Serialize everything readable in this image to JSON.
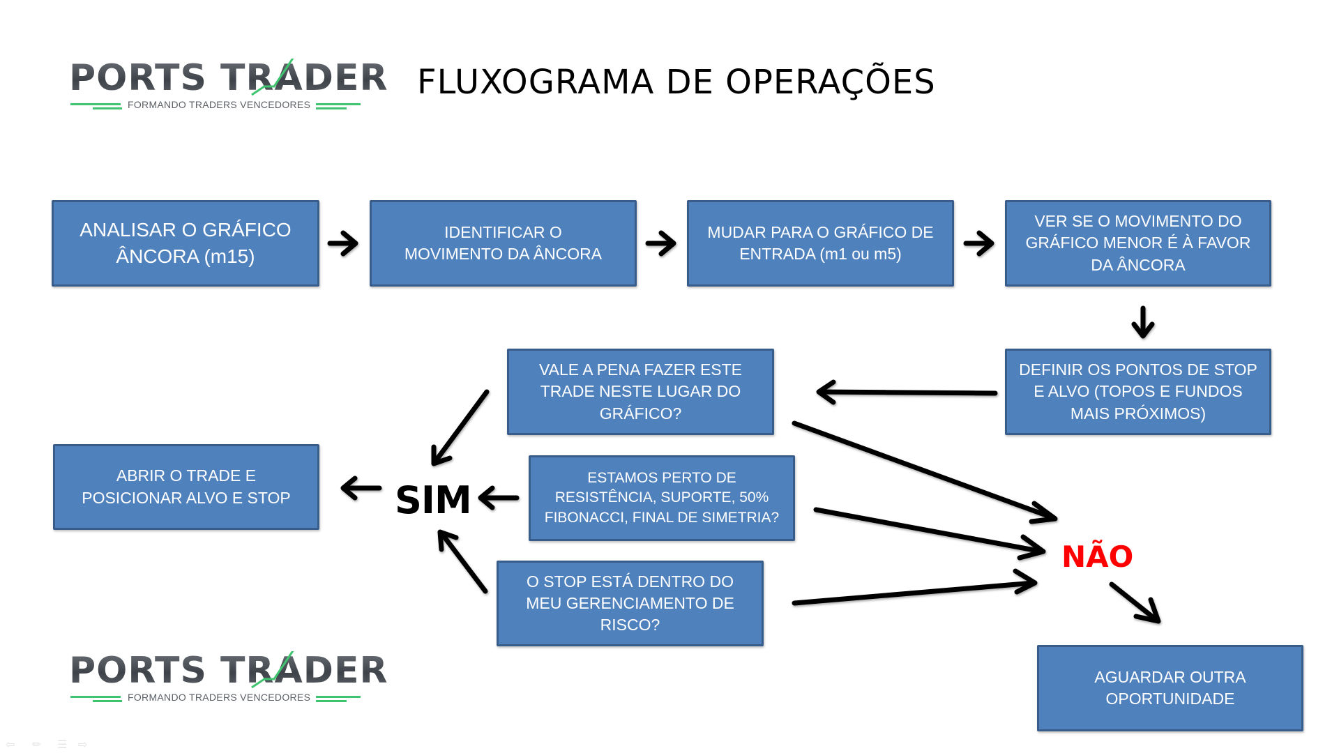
{
  "logo": {
    "brand": "PORTS TRADER",
    "tagline": "FORMANDO TRADERS VENCEDORES",
    "accent_color": "#3fc46f"
  },
  "title": "FLUXOGRAMA DE OPERAÇÕES",
  "flow": {
    "step1": "ANALISAR O GRÁFICO ÂNCORA (m15)",
    "step2": "IDENTIFICAR O MOVIMENTO DA ÂNCORA",
    "step3": "MUDAR PARA O GRÁFICO DE ENTRADA (m1 ou m5)",
    "step4": "VER SE O MOVIMENTO DO GRÁFICO MENOR É À FAVOR DA ÂNCORA",
    "step5": "DEFINIR OS PONTOS DE STOP E ALVO (TOPOS E FUNDOS MAIS PRÓXIMOS)",
    "question1": "VALE A PENA FAZER ESTE TRADE NESTE LUGAR DO GRÁFICO?",
    "question2": "ESTAMOS PERTO DE RESISTÊNCIA, SUPORTE, 50% FIBONACCI, FINAL DE SIMETRIA?",
    "question3": "O STOP ESTÁ DENTRO DO MEU GERENCIAMENTO DE RISCO?",
    "yes_label": "SIM",
    "no_label": "NÃO",
    "yes_action": "ABRIR O TRADE E POSICIONAR ALVO E STOP",
    "no_action": "AGUARDAR OUTRA OPORTUNIDADE"
  },
  "colors": {
    "box_fill": "#4f81bd",
    "box_border": "#385d8a",
    "no_color": "#ff0000"
  },
  "controls": [
    "back-icon",
    "pen-icon",
    "menu-icon",
    "forward-icon"
  ]
}
